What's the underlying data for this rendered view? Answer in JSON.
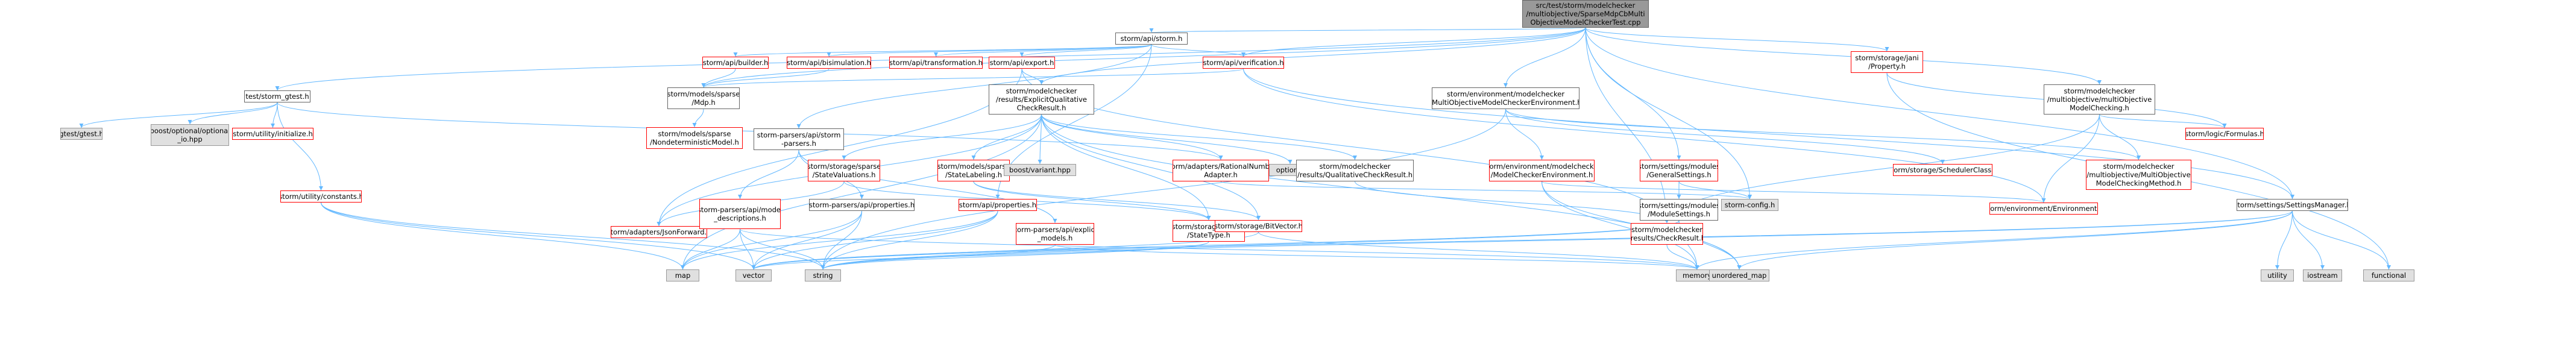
{
  "colors": {
    "edge": "#63b8ff",
    "node_border_red": "#ff0000",
    "node_fill_gray": "#e0e0e0",
    "root_fill": "#999999"
  },
  "nodes": {
    "root": "src/test/storm/modelchecker\n/multiobjective/SparseMdpCbMulti\nObjectiveModelCheckerTest.cpp",
    "storm_api_storm": "storm/api/storm.h",
    "test_storm_gtest": "test/storm_gtest.h",
    "storm_api_builder": "storm/api/builder.h",
    "storm_api_bisimulation": "storm/api/bisimulation.h",
    "storm_api_transformation": "storm/api/transformation.h",
    "storm_api_export": "storm/api/export.h",
    "storm_api_verification": "storm/api/verification.h",
    "storm_storage_jani_property": "storm/storage/jani\n/Property.h",
    "storm_models_sparse_mdp": "storm/models/sparse\n/Mdp.h",
    "storm_models_sparse_nondet": "storm/models/sparse\n/NondeterministicModel.h",
    "gtest": "gtest/gtest.h",
    "boost_optional_io": "boost/optional/optional\n_io.hpp",
    "storm_utility_initialize": "storm/utility/initialize.h",
    "storm_utility_constants": "storm/utility/constants.h",
    "storm_parsers_api_storm_parsers": "storm-parsers/api/storm\n-parsers.h",
    "storm_mc_explicit_qual": "storm/modelchecker\n/results/ExplicitQualitative\nCheckResult.h",
    "storm_storage_sparse_statevaluations": "storm/storage/sparse\n/StateValuations.h",
    "storm_models_sparse_statelabeling": "storm/models/sparse\n/StateLabeling.h",
    "boost_variant": "boost/variant.hpp",
    "optional": "optional",
    "storm_adapters_rational": "storm/adapters/RationalNumber\nAdapter.h",
    "storm_mc_qual_checkresult": "storm/modelchecker\n/results/QualitativeCheckResult.h",
    "storm_env_multiobj_env": "storm/environment/modelchecker\n/MultiObjectiveModelCheckerEnvironment.h",
    "storm_settings_general": "storm/settings/modules\n/GeneralSettings.h",
    "storm_settings_module": "storm/settings/modules\n/ModuleSettings.h",
    "storm_config": "storm-config.h",
    "storm_env_modelchecker_env": "storm/environment/modelchecker\n/ModelCheckerEnvironment.h",
    "storm_storage_scheduler_class": "storm/storage/SchedulerClass.h",
    "storm_mc_multiobj_checking": "storm/modelchecker\n/multiobjective/multiObjective\nModelChecking.h",
    "storm_mc_multiobj_method": "storm/modelchecker\n/multiobjective/MultiObjective\nModelCheckingMethod.h",
    "storm_logic_formulas": "storm/logic/Formulas.h",
    "storm_env_environment": "storm/environment/Environment.h",
    "storm_mc_checkresult": "storm/modelchecker\n/results/CheckResult.h",
    "storm_settings_manager": "storm/settings/SettingsManager.h",
    "storm_adapters_json": "storm/adapters/JsonForward.h",
    "storm_parsers_model_desc": "storm-parsers/api/model\n_descriptions.h",
    "storm_parsers_api_properties": "storm-parsers/api/properties.h",
    "storm_api_properties": "storm/api/properties.h",
    "storm_parsers_explicit_models": "storm-parsers/api/explicit\n_models.h",
    "storm_storage_sparse_statetype": "storm/storage/sparse\n/StateType.h",
    "storm_storage_bitvector": "storm/storage/BitVector.h",
    "map": "map",
    "vector": "vector",
    "string": "string",
    "memory": "memory",
    "unordered_map": "unordered_map",
    "utility": "utility",
    "iostream": "iostream",
    "functional": "functional"
  }
}
